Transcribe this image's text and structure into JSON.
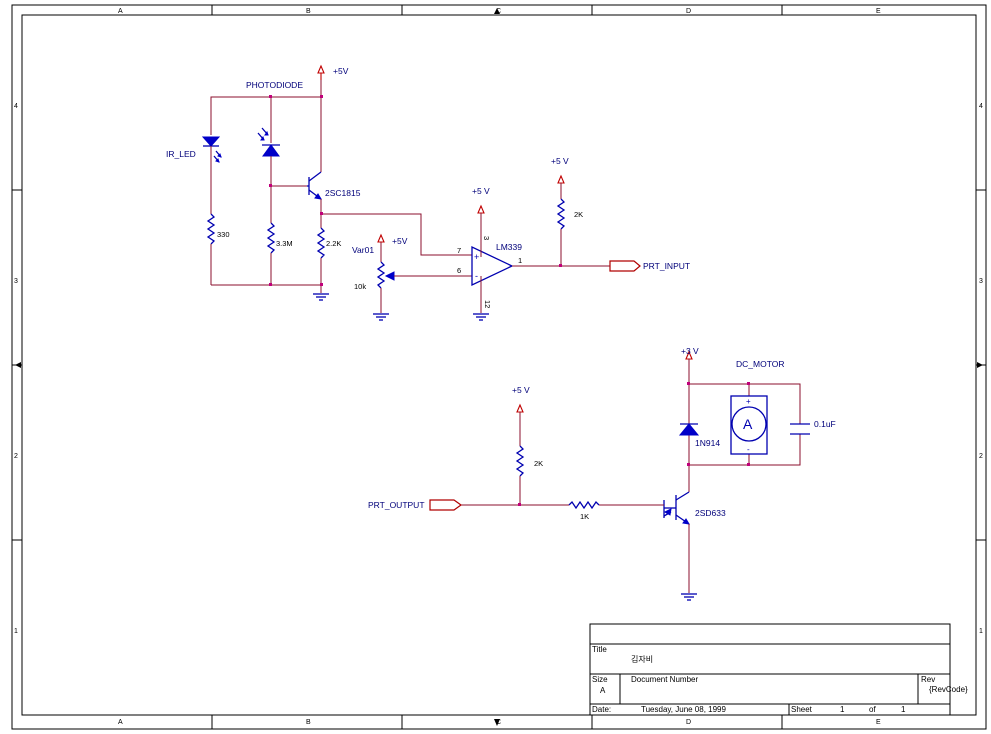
{
  "zones": {
    "columns": [
      "A",
      "B",
      "C",
      "D",
      "E"
    ],
    "rows": [
      "4",
      "3",
      "2",
      "1"
    ]
  },
  "colors": {
    "wire": "#8b0f2e",
    "component": "#0000b0",
    "power": "#c00000",
    "junction": "#c0007a"
  },
  "circuit_top": {
    "photodiode_label": "PHOTODIODE",
    "ir_led_label": "IR_LED",
    "vcc_top": "+5V",
    "r330": "330",
    "r33m": "3.3M",
    "transistor": "2SC1815",
    "r22k": "2.2K",
    "var_name": "Var01",
    "var_value": "10k",
    "var_vcc": "+5V",
    "opamp": "LM339",
    "opamp_vcc": "+5 V",
    "pin7": "7",
    "pin6": "6",
    "pin3": "3",
    "pin12": "12",
    "pin1": "1",
    "pullup_vcc": "+5 V",
    "pullup_r": "2K",
    "output_port": "PRT_INPUT"
  },
  "circuit_bottom": {
    "motor_vcc": "+3 V",
    "motor_label": "DC_MOTOR",
    "motor_symbol": "A",
    "motor_plus": "+",
    "motor_minus": "-",
    "cap": "0.1uF",
    "diode": "1N914",
    "pullup_vcc": "+5 V",
    "pullup_r": "2K",
    "base_r": "1K",
    "transistor": "2SD633",
    "input_port": "PRT_OUTPUT"
  },
  "title_block": {
    "title_label": "Title",
    "title_value": "김자비",
    "size_label": "Size",
    "size_value": "A",
    "docnum_label": "Document Number",
    "rev_label": "Rev",
    "rev_value": "{RevCode}",
    "date_label": "Date:",
    "date_value": "Tuesday, June 08, 1999",
    "sheet_label": "Sheet",
    "sheet_value": "1",
    "of_label": "of",
    "of_value": "1"
  }
}
